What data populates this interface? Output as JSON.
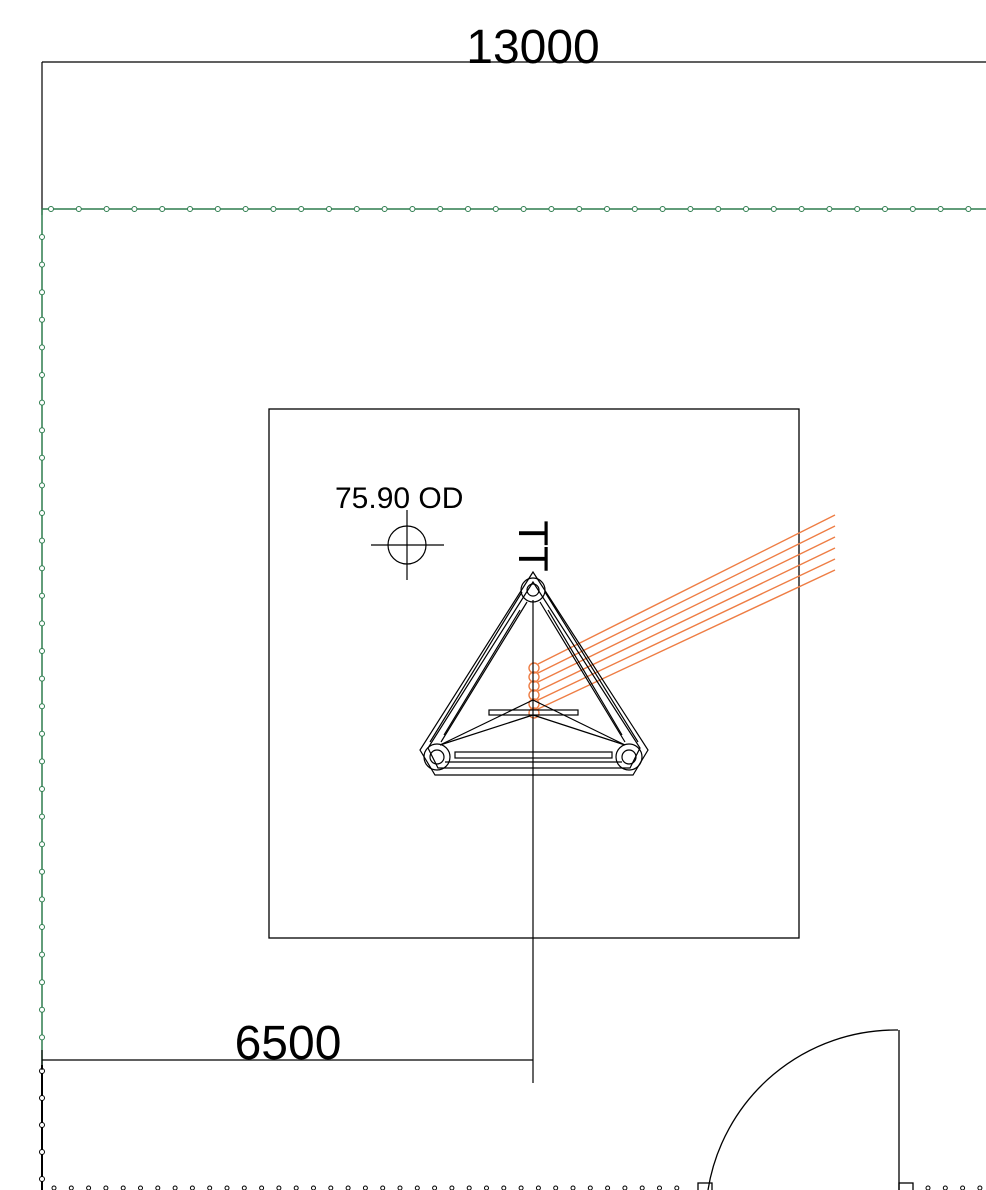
{
  "dimensions": {
    "overall_width": "13000",
    "half_width": "6500"
  },
  "annotations": {
    "level_marker": "75.90 OD",
    "rotated_mark": "TT"
  },
  "colors": {
    "line": "#000000",
    "boundary": "#2e7d4f",
    "cables": "#ee7d44"
  },
  "cable_count": 6
}
